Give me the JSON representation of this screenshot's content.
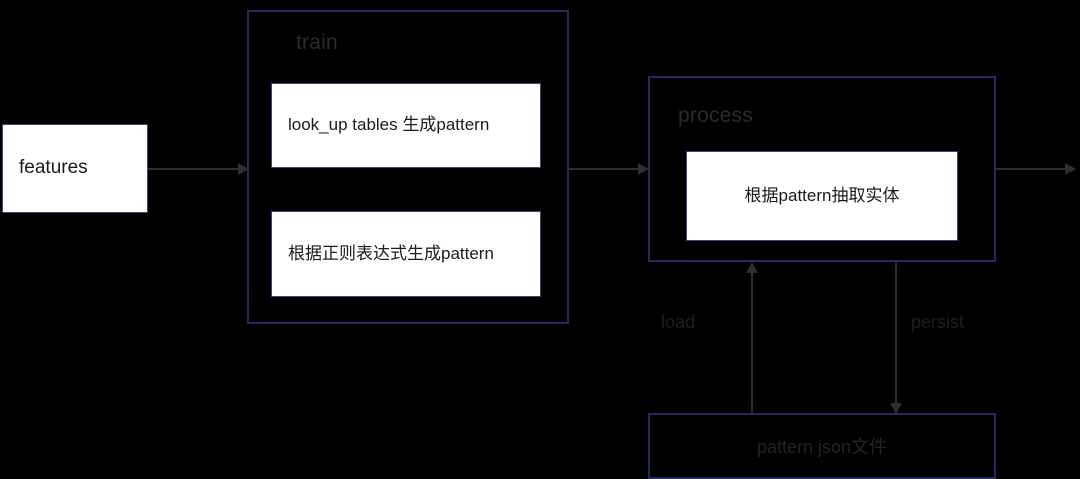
{
  "diagram": {
    "background_color": "#000000",
    "stroke_color": "#252a5e",
    "connector_color": "#2e2e2e",
    "nodes": {
      "features": {
        "label": "features"
      },
      "train_group": {
        "title": "train"
      },
      "lookup_tables": {
        "label": "look_up tables 生成pattern"
      },
      "regex_pattern": {
        "label": "根据正则表达式生成pattern"
      },
      "process_group": {
        "title": "process"
      },
      "extract_entity": {
        "label": "根据pattern抽取实体"
      },
      "pattern_file": {
        "label": "pattern json文件"
      }
    },
    "edges": {
      "load": {
        "label": "load"
      },
      "persist": {
        "label": "persist"
      }
    }
  }
}
